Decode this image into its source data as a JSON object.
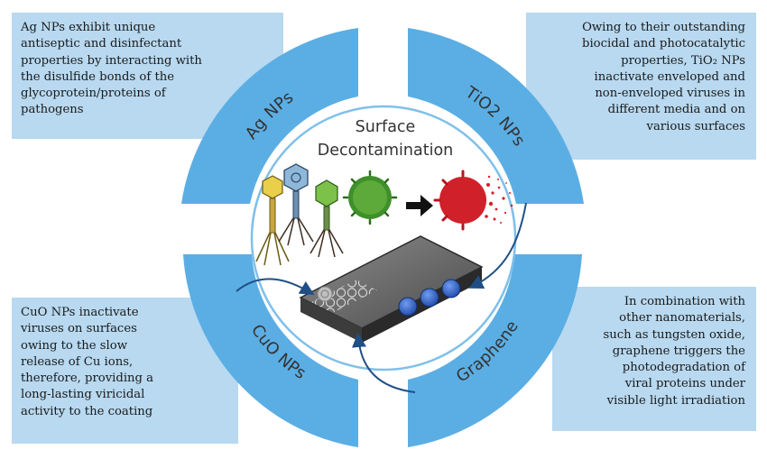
{
  "notes": {
    "ag": "Ag NPs exhibit unique\nantiseptic and disinfectant\nproperties by interacting with\nthe disulfide bonds of the\nglycoprotein/proteins of\npathogens",
    "tio2": "Owing to their outstanding\nbiocidal and photocatalytic\nproperties, TiO₂ NPs\ninactivate enveloped and\nnon-enveloped viruses in\ndifferent media and on\nvarious surfaces",
    "cuo": "CuO NPs inactivate\nviruses on surfaces\nowing to the slow\nrelease of Cu ions,\ntherefore, providing a\nlong-lasting viricidal\nactivity to the coating",
    "graphene": "In combination with\nother nanomaterials,\nsuch as tungsten oxide,\ngraphene triggers the\nphotodegradation of\nviral proteins under\nvisible light irradiation"
  },
  "ring": {
    "ag": "Ag NPs",
    "tio2": "TiO2 NPs",
    "cuo": "CuO NPs",
    "graphene": "Graphene"
  },
  "center": {
    "title_line1": "Surface",
    "title_line2": "Decontamination"
  },
  "colors": {
    "ring_blue": "#5baee4",
    "note_bg": "#b8d9f0",
    "virus_green": "#3f8f2a",
    "virus_red": "#d0212a",
    "nano_blue": "#2c5fc4",
    "tile_dark": "#3c3c3c"
  }
}
